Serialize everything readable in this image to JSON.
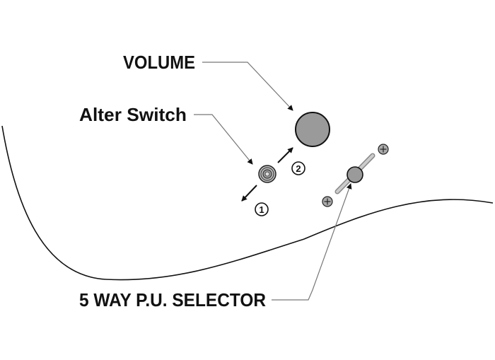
{
  "labels": {
    "volume": "VOLUME",
    "alter_switch": "Alter Switch",
    "selector": "5 WAY P.U. SELECTOR"
  },
  "switch_positions": {
    "position_1": "1",
    "position_2": "2"
  },
  "colors": {
    "ink": "#111111",
    "control_gray": "#9a9a9a",
    "leader_line": "#777777"
  }
}
